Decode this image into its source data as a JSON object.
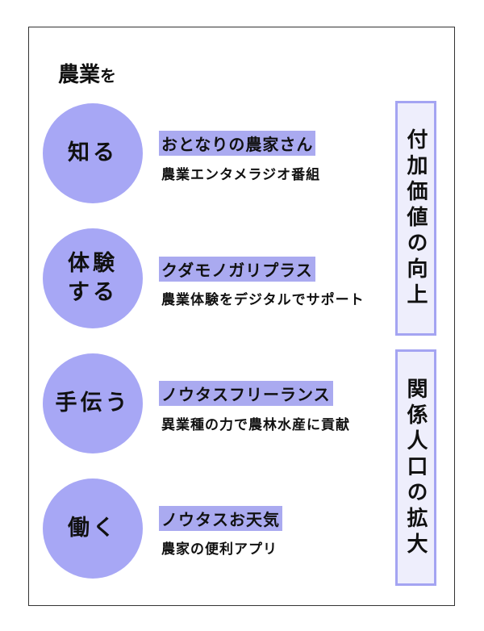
{
  "title": {
    "main": "農業",
    "particle": "を"
  },
  "items": [
    {
      "circle_line1": "知る",
      "circle_line2": "",
      "name": "おとなりの農家さん",
      "desc": "農業エンタメラジオ番組"
    },
    {
      "circle_line1": "体験",
      "circle_line2": "する",
      "name": "クダモノガリプラス",
      "desc": "農業体験をデジタルでサポート"
    },
    {
      "circle_line1": "手伝う",
      "circle_line2": "",
      "name": "ノウタスフリーランス",
      "desc": "異業種の力で農林水産に貢献"
    },
    {
      "circle_line1": "働く",
      "circle_line2": "",
      "name": "ノウタスお天気",
      "desc": "農家の便利アプリ"
    }
  ],
  "boxes": [
    {
      "label": "付加価値の向上"
    },
    {
      "label": "関係人口の拡大"
    }
  ],
  "colors": {
    "circle": "#a7a7f5",
    "highlight": "#aaaaf0",
    "box_fill": "#eeeefc",
    "box_border": "#a4a4f2"
  }
}
